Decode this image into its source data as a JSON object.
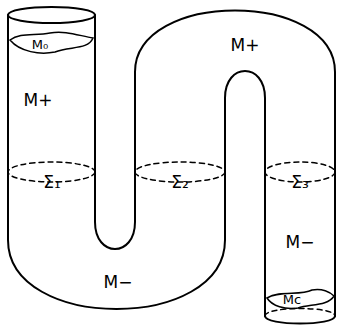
{
  "diagram": {
    "labels": [
      "M₀",
      "M+",
      "M+",
      "Σ₁",
      "Σ₂",
      "Σ₃",
      "M−",
      "M−",
      "Mc"
    ]
  }
}
